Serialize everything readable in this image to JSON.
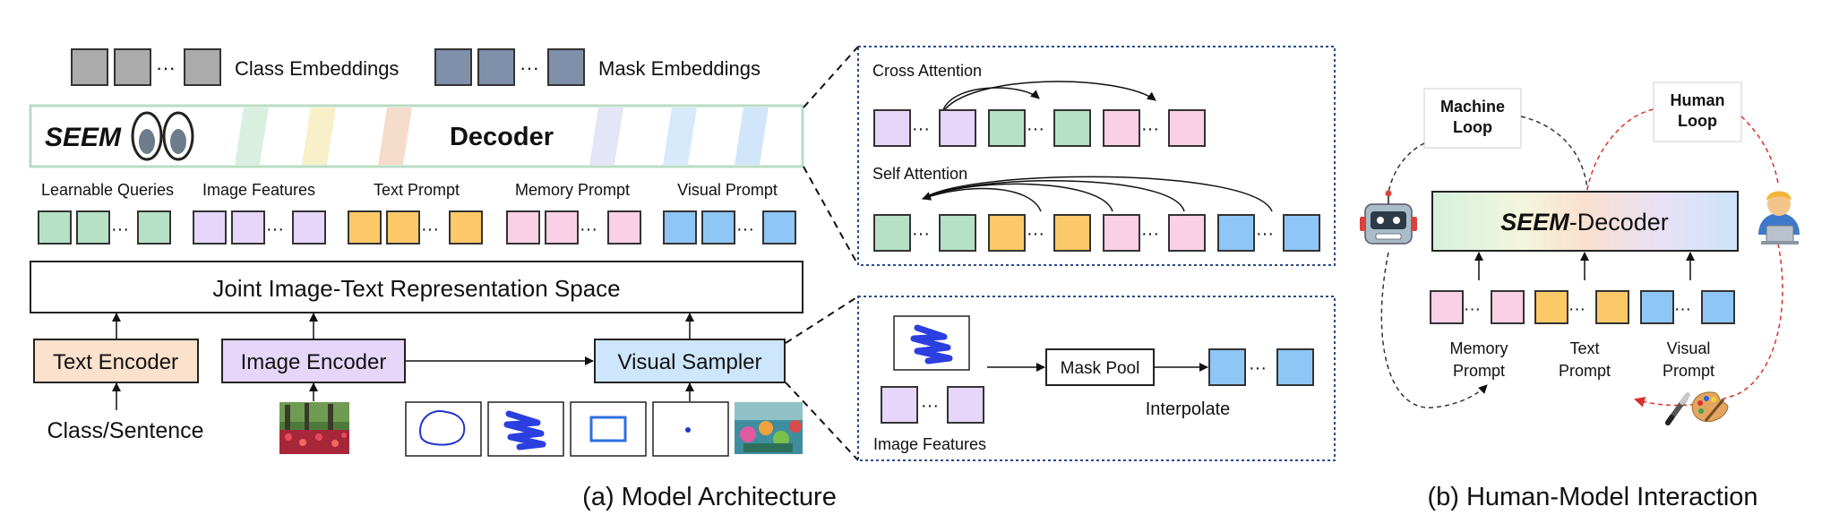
{
  "legend": {
    "class_embeddings": "Class Embeddings",
    "mask_embeddings": "Mask Embeddings"
  },
  "decoder": {
    "brand": "SEEM",
    "label": "Decoder"
  },
  "token_groups": {
    "learnable_queries": "Learnable Queries",
    "image_features": "Image Features",
    "text_prompt": "Text Prompt",
    "memory_prompt": "Memory Prompt",
    "visual_prompt": "Visual Prompt"
  },
  "joint_space": "Joint Image-Text Representation Space",
  "encoders": {
    "text_encoder": "Text Encoder",
    "image_encoder": "Image Encoder",
    "visual_sampler": "Visual Sampler",
    "class_sentence": "Class/Sentence"
  },
  "attention": {
    "cross": "Cross Attention",
    "self": "Self Attention"
  },
  "sampler_detail": {
    "mask_pool": "Mask Pool",
    "interpolate": "Interpolate",
    "image_features": "Image Features"
  },
  "interaction": {
    "machine_loop_1": "Machine",
    "machine_loop_2": "Loop",
    "human_loop_1": "Human",
    "human_loop_2": "Loop",
    "decoder_brand": "SEEM",
    "decoder_suffix": "-Decoder",
    "memory_prompt_1": "Memory",
    "memory_prompt_2": "Prompt",
    "text_prompt_1": "Text",
    "text_prompt_2": "Prompt",
    "visual_prompt_1": "Visual",
    "visual_prompt_2": "Prompt"
  },
  "captions": {
    "a": "(a) Model Architecture",
    "b": "(b) Human-Model Interaction"
  },
  "ellipsis": "···",
  "colors": {
    "gray": "#ababab",
    "slate": "#7f90ab",
    "green": "#b6e1c6",
    "lavender": "#e6d6fa",
    "orange": "#fcc968",
    "pink": "#f9d0e4",
    "blue": "#8ec6f5",
    "text_encoder_fill": "#fce1cc",
    "visual_sampler_fill": "#cde6fb"
  }
}
